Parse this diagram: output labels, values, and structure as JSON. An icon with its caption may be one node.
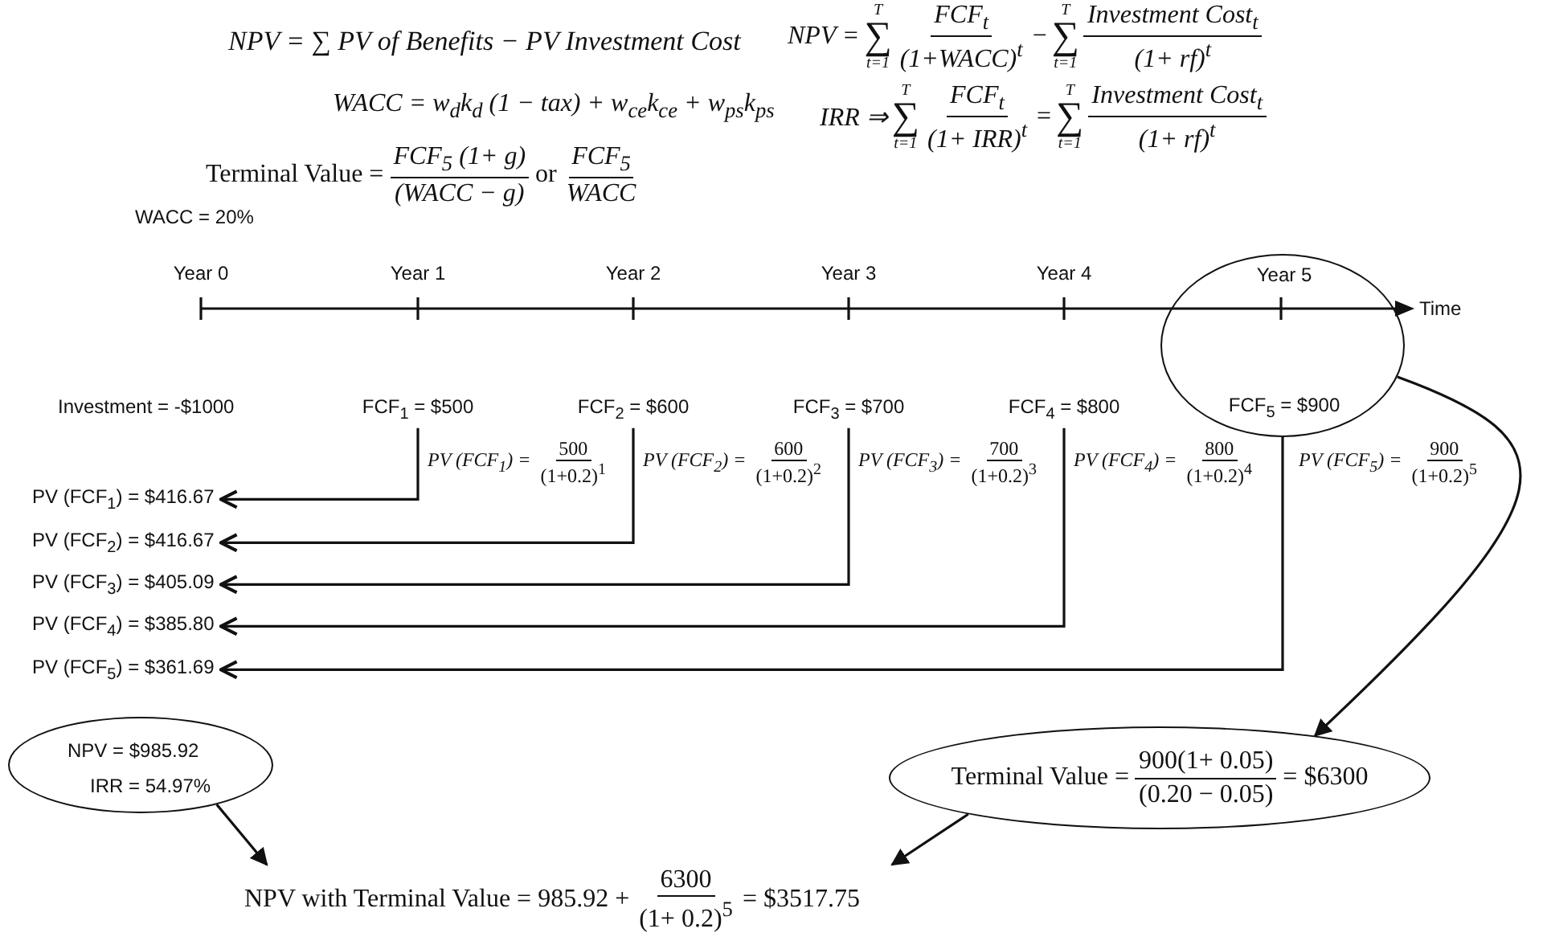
{
  "diagram": {
    "nodes": [
      {
        "text": [
          "FCF$_{1}$ = $500"
        ]
      },
      {
        "text": [
          "FCF$_{2}$ = $600"
        ]
      },
      {
        "text": [
          "FCF$_{3}$ = $700"
        ]
      },
      {
        "text": [
          "FCF$_{4}$ = $800"
        ]
      },
      {
        "text": [
          "Year 5",
          "FCF$_{5}$ = $900"
        ]
      },
      {
        "text": [
          "PV (FCF$_{1}$) = $416.67"
        ]
      },
      {
        "text": [
          "PV (FCF$_{2}$) = $416.67"
        ]
      },
      {
        "text": [
          "PV (FCF$_{3}$) = $405.09"
        ]
      },
      {
        "text": [
          "PV (FCF$_{4}$) = $385.80"
        ]
      },
      {
        "text": [
          "PV (FCF$_{5}$) = $361.69"
        ]
      },
      {
        "text": [
          "NPV = $985.92",
          "IRR = 54.97%"
        ]
      },
      {
        "text": [
          "Terminal Value =",
          "900(1+ 0.05)",
          "(0.20 − 0.05)",
          "= $6300"
        ]
      },
      {
        "text": [
          "NPV with Terminal Value =",
          "985.92 +",
          "6300",
          "(1+ 0.2)$^{5}$",
          "= $3517.75"
        ]
      }
    ],
    "edges": [
      {
        "from": 0,
        "to": 5,
        "arrow": "to"
      },
      {
        "from": 1,
        "to": 6,
        "arrow": "to"
      },
      {
        "from": 2,
        "to": 7,
        "arrow": "to"
      },
      {
        "from": 3,
        "to": 8,
        "arrow": "to"
      },
      {
        "from": 4,
        "to": 9,
        "arrow": "to"
      },
      {
        "from": 4,
        "to": 11,
        "arrow": "to"
      },
      {
        "from": 10,
        "to": 12,
        "arrow": "to"
      },
      {
        "from": 11,
        "to": 12,
        "arrow": "to"
      }
    ],
    "labels": [
      "NPV = ∑ PV of Benefits − PV Investment Cost",
      "WACC = w$_{d}$k$_{d}$ (1 − tax) + w$_{ce}$k$_{ce}$ + w$_{ps}$k$_{ps}$",
      "Terminal Value =",
      "FCF$_{5}$ (1+ g)",
      "(WACC − g)",
      "or",
      "FCF$_{5}$",
      "WACC",
      "NPV =",
      "T",
      "∑",
      "t=1",
      "FCF$_{t}$",
      "(1+WACC)$^{t}$",
      "−",
      "T",
      "∑",
      "t=1",
      "Investment Cost$_{t}$",
      "(1+ rf)$^{t}$",
      "IRR ⇒",
      "T",
      "∑",
      "t=1",
      "FCF$_{t}$",
      "(1+ IRR)$^{t}$",
      "=",
      "T",
      "∑",
      "t=1",
      "Investment Cost$_{t}$",
      "(1+ rf)$^{t}$",
      "WACC = 20%",
      "Year 0",
      "Year 1",
      "Year 2",
      "Year 3",
      "Year 4",
      "Time",
      "Investment = -$1000",
      "PV (FCF$_{1}$) =",
      "500",
      "(1+0.2)$^{1}$",
      "PV (FCF$_{2}$) =",
      "600",
      "(1+0.2)$^{2}$",
      "PV (FCF$_{3}$) =",
      "700",
      "(1+0.2)$^{3}$",
      "PV (FCF$_{4}$) =",
      "800",
      "(1+0.2)$^{4}$",
      "PV (FCF$_{5}$) =",
      "900",
      "(1+0.2)$^{5}$"
    ]
  }
}
